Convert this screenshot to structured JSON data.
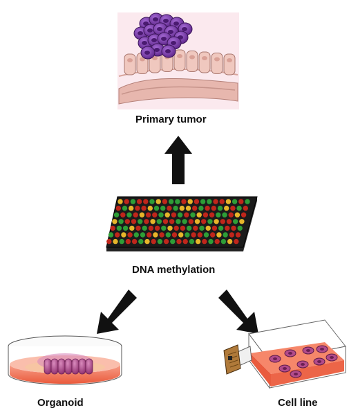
{
  "labels": {
    "primary_tumor": "Primary tumor",
    "dna_methylation": "DNA methylation",
    "organoid": "Organoid",
    "cell_line": "Cell line"
  },
  "colors": {
    "tumor_cell": "#7a3fb0",
    "epithelium": "#f0c8bf",
    "arrow": "#111111",
    "array_red": "#c0261b",
    "array_green": "#2e9e37",
    "array_yellow": "#e6b52a",
    "media": "#f3805f",
    "organoid_cell": "#b24b8b"
  },
  "array_rows": [
    "YRGRRGYRGGRYRGGRRYGRG",
    "RGYRRYGGRGYYRGRRGYRGR",
    "GRGRYRRGYRGRGYRRGGRYR",
    "YGRRGRYGRRGGRYRGYRRGY",
    "RGGYRGRRGYRRGRGYRGRRG",
    "GRYRGGRYRGRYGRRGRYGRR",
    "RYGRRGYRGRGRRGYRGRGYR"
  ]
}
